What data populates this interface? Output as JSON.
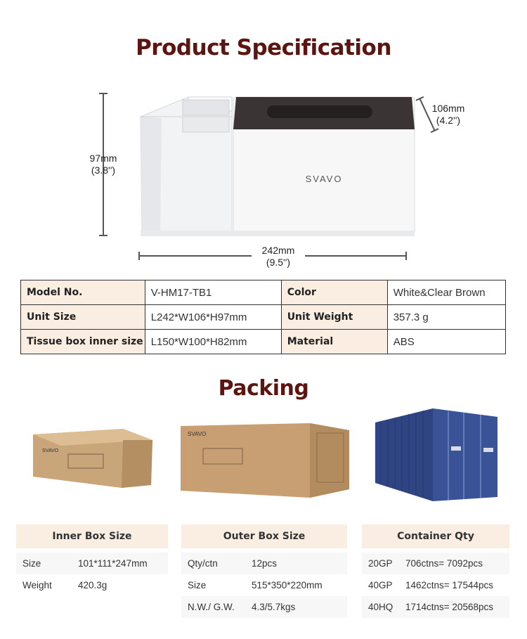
{
  "spec": {
    "title": "Product Specification",
    "brand": "SVAVO",
    "dims": {
      "height_mm": "97mm",
      "height_in": "(3.8'')",
      "depth_mm": "106mm",
      "depth_in": "(4.2'')",
      "width_mm": "242mm",
      "width_in": "(9.5'')"
    },
    "table": [
      [
        "Model No.",
        "V-HM17-TB1",
        "Color",
        "White&Clear Brown"
      ],
      [
        "Unit Size",
        "L242*W106*H97mm",
        "Unit Weight",
        "357.3 g"
      ],
      [
        "Tissue box inner size",
        "L150*W100*H82mm",
        "Material",
        "ABS"
      ]
    ]
  },
  "packing": {
    "title": "Packing",
    "box_brand": "SVAVO",
    "inner": {
      "header": "Inner Box Size",
      "rows": [
        [
          "Size",
          "101*111*247mm"
        ],
        [
          "Weight",
          "420.3g"
        ]
      ]
    },
    "outer": {
      "header": "Outer Box Size",
      "rows": [
        [
          "Qty/ctn",
          "12pcs"
        ],
        [
          "Size",
          "515*350*220mm"
        ],
        [
          "N.W./ G.W.",
          "4.3/5.7kgs"
        ]
      ]
    },
    "container": {
      "header": "Container Qty",
      "rows": [
        [
          "20GP",
          "706ctns= 7092pcs"
        ],
        [
          "40GP",
          "1462ctns= 17544pcs"
        ],
        [
          "40HQ",
          "1714ctns= 20568pcs"
        ]
      ]
    }
  },
  "colors": {
    "heading": "#5c1510",
    "label_bg": "#faeee3",
    "lid": "#3b3434",
    "carton": "#c9a57a",
    "container": "#2f4483"
  }
}
